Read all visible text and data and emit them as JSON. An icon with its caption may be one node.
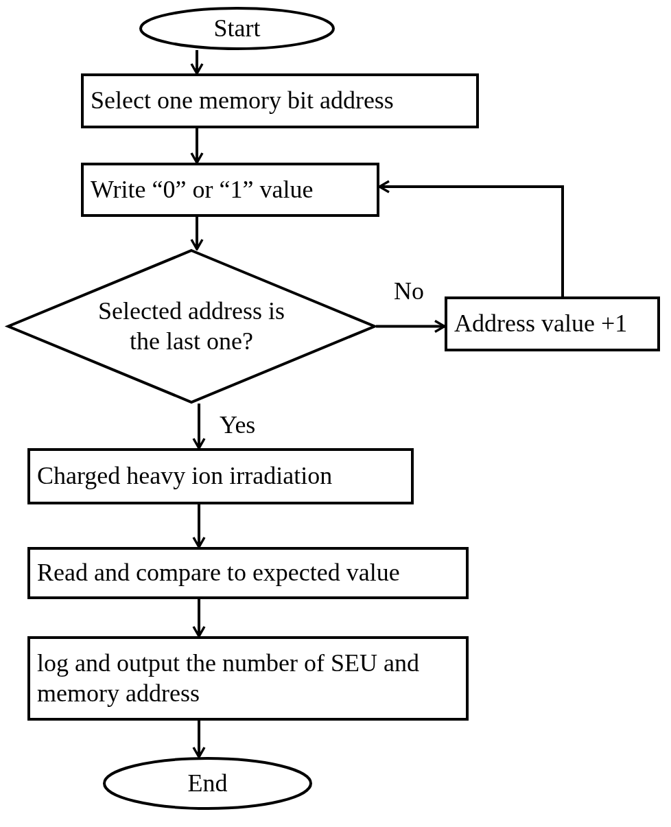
{
  "diagram": {
    "nodes": [
      {
        "text": [
          "Start"
        ]
      },
      {
        "text": [
          "Select one memory bit address"
        ]
      },
      {
        "text": [
          "Write “0” or “1” value"
        ]
      },
      {
        "text": [
          "Selected address is the last one?"
        ]
      },
      {
        "text": [
          "Address value +1"
        ]
      },
      {
        "text": [
          "Charged heavy ion irradiation"
        ]
      },
      {
        "text": [
          "Read and compare to expected value"
        ]
      },
      {
        "text": [
          "log and output the number of SEU and memory address"
        ]
      },
      {
        "text": [
          "End"
        ]
      }
    ],
    "edges": [
      {
        "from": 0,
        "to": 1,
        "arrow": "to"
      },
      {
        "from": 1,
        "to": 2,
        "arrow": "to"
      },
      {
        "from": 2,
        "to": 3,
        "arrow": "to"
      },
      {
        "from": 3,
        "to": 4,
        "arrow": "to",
        "label": "No"
      },
      {
        "from": 4,
        "to": 2,
        "arrow": "to"
      },
      {
        "from": 3,
        "to": 5,
        "arrow": "to",
        "label": "Yes"
      },
      {
        "from": 5,
        "to": 6,
        "arrow": "to"
      },
      {
        "from": 6,
        "to": 7,
        "arrow": "to"
      },
      {
        "from": 7,
        "to": 8,
        "arrow": "to"
      }
    ]
  }
}
